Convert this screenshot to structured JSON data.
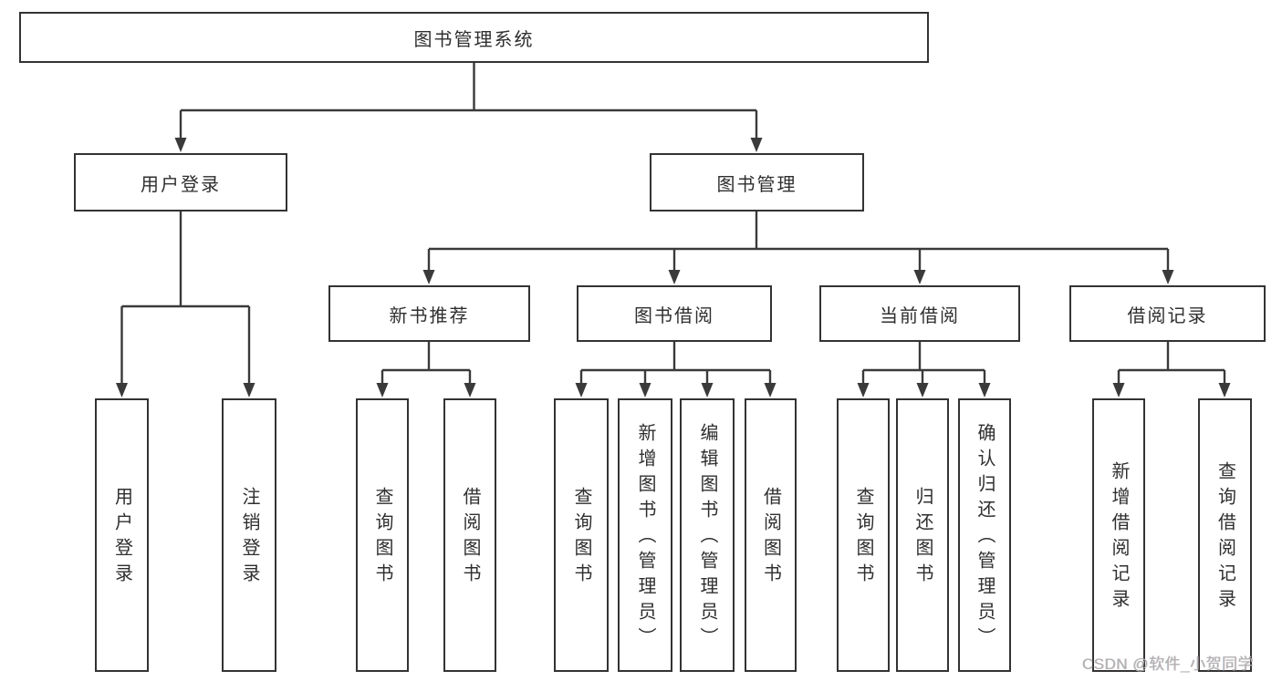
{
  "colors": {
    "background": "#ffffff",
    "box_border": "#333333",
    "connector": "#3a3a3a",
    "text": "#2f2f2f",
    "watermark": "#b2b2b2"
  },
  "tree": {
    "label": "图书管理系统",
    "children": [
      {
        "label": "用户登录",
        "children": [
          {
            "label": "用户登录"
          },
          {
            "label": "注销登录"
          }
        ]
      },
      {
        "label": "图书管理",
        "children": [
          {
            "label": "新书推荐",
            "children": [
              {
                "label": "查询图书"
              },
              {
                "label": "借阅图书"
              }
            ]
          },
          {
            "label": "图书借阅",
            "children": [
              {
                "label": "查询图书"
              },
              {
                "label": "新增图书（管理员）"
              },
              {
                "label": "编辑图书（管理员）"
              },
              {
                "label": "借阅图书"
              }
            ]
          },
          {
            "label": "当前借阅",
            "children": [
              {
                "label": "查询图书"
              },
              {
                "label": "归还图书"
              },
              {
                "label": "确认归还（管理员）"
              }
            ]
          },
          {
            "label": "借阅记录",
            "children": [
              {
                "label": "新增借阅记录"
              },
              {
                "label": "查询借阅记录"
              }
            ]
          }
        ]
      }
    ]
  },
  "watermark": {
    "text": "CSDN @软件_小贺同学"
  }
}
